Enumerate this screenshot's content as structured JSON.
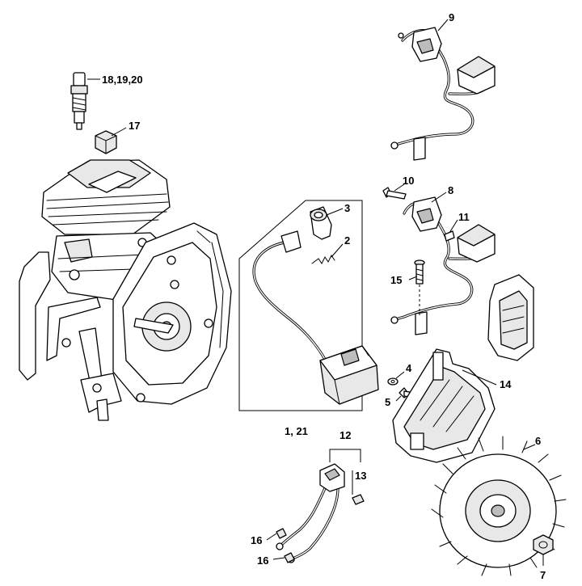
{
  "callouts": {
    "c18_19_20": "18,19,20",
    "c17": "17",
    "c9": "9",
    "c10": "10",
    "c8": "8",
    "c3": "3",
    "c11": "11",
    "c2": "2",
    "c15": "15",
    "c4": "4",
    "c14": "14",
    "c5": "5",
    "c1_21": "1, 21",
    "c12": "12",
    "c6": "6",
    "c13": "13",
    "c16a": "16",
    "c16b": "16",
    "c7": "7"
  }
}
